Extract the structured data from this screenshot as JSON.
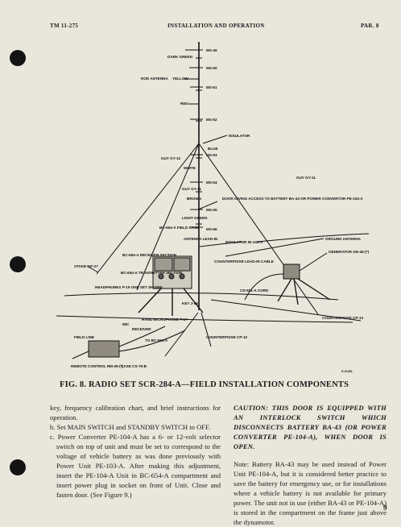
{
  "header": {
    "left": "TM 11-275",
    "center": "INSTALLATION AND OPERATION",
    "right": "PAR. 8"
  },
  "figure": {
    "caption": "FIG. 8. RADIO SET SCR-284-A—FIELD INSTALLATION COMPONENTS",
    "doc_id": "D-21461",
    "labels": {
      "ms49": "MS-49",
      "dark_green": "DARK GREEN",
      "ms50": "MS-50",
      "rod_antenna": "ROD ANTENNA",
      "yellow": "YELLOW",
      "ms51": "MS-51",
      "red": "RED",
      "ms52": "MS-52",
      "insulator_top": "INSULATOR",
      "blue": "BLUE",
      "ms53": "MS-53",
      "guy_gy12": "GUY GY-12",
      "white": "WHITE",
      "ms54": "MS-54",
      "guy_gy11_right": "GUY GY-11",
      "guy_gy11_left": "GUY GY-11",
      "brown": "BROWN",
      "door_access": "DOOR GIVING ACCESS TO BATTERY BA-43 OR POWER CONVERTOR PE-104-A",
      "light_green": "LIGHT GREEN",
      "ms55": "MS-55",
      "bc654_case": "BC-654-A FIELD CASE",
      "ms56": "MS-56",
      "antenna_lead_in": "ANTENNA LEAD-IN",
      "insulator_in106": "INSULATOR IN-106-A",
      "ground_antenna": "GROUND ANTENNA",
      "receiver_section": "BC-654-A RECEIVER SECTION",
      "transmitter_section": "BC-654-A TRANSMITTER SECTION",
      "counterpoise_lead_in": "COUNTERPOISE LEAD-IN CABLE",
      "generator": "GENERATOR GN-45-(*)",
      "stake": "STAKE GP-27",
      "headphones": "HEADPHONES P-19 ONE SET SHOWN",
      "key": "KEY J-45",
      "cord": "CD-501-A CORD",
      "counterpoise_cp13": "COUNTERPOISE CP-13",
      "hand_microphone": "HAND MICROPHONE T-17",
      "mic": "MIC",
      "receiver": "RECEIVER",
      "field_line": "FIELD LINE",
      "to_bc654": "TO BC-654-A",
      "counterpoise_cp12": "COUNTERPOISE CP-12",
      "remote_control": "REMOTE CONTROL RM-29-(*)",
      "case": "CASE CS-76-B"
    }
  },
  "body": {
    "left": {
      "para_intro": "key, frequency calibration chart, and brief instructions for operation.",
      "item_b": "b. Set MAIN SWITCH and STANDBY SWITCH to OFF.",
      "item_c": "c. Power Converter PE-104-A has a 6- or 12-volt selector switch on top of unit and must be set to correspond to the voltage of vehicle battery as was done previously with Power Unit PE-103-A. After making this adjustment, insert the PE-104-A Unit in BC-654-A compartment and insert power plug in socket on front of Unit. Close and fasten door. (See Figure 9.)"
    },
    "right": {
      "caution": "CAUTION: THIS DOOR IS EQUIPPED WITH AN INTERLOCK SWITCH WHICH DISCONNECTS BATTERY BA-43 (OR POWER CONVERTER PE-104-A), WHEN DOOR IS OPEN.",
      "note": "Note: Battery BA-43 may be used instead of Power Unit PE-104-A, but it is considered better practice to save the battery for emergency use, or for installations where a vehicle battery is not available for primary power. The unit not in use (either BA-43 or PE-104-A) is stored in the compartment on the frame just above the dynamotor."
    }
  },
  "page_number": "9"
}
